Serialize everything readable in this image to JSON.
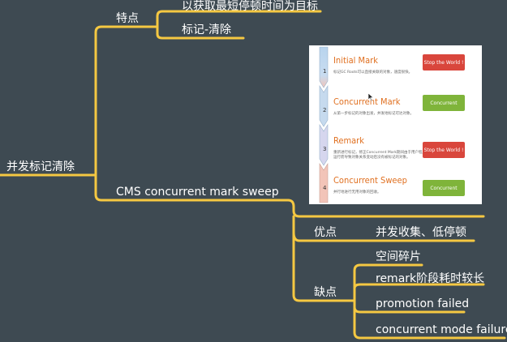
{
  "root": {
    "label": "并发标记清除"
  },
  "branches": {
    "features": {
      "label": "特点",
      "items": [
        "以获取最短停顿时间为目标",
        "标记-清除"
      ]
    },
    "cms": {
      "label": "CMS concurrent mark sweep",
      "pros": {
        "label": "优点",
        "items": [
          "并发收集、低停顿"
        ]
      },
      "cons": {
        "label": "缺点",
        "items": [
          "空间碎片",
          "remark阶段耗时较长",
          "promotion failed",
          "concurrent mode failure"
        ]
      }
    }
  },
  "slide": {
    "steps": [
      {
        "number": "1",
        "title": "Initial Mark",
        "desc": "标记GC Roots可以直接关联的对象，速度很快。",
        "badge": "Stop the World !",
        "badge_color": "#d9463c"
      },
      {
        "number": "2",
        "title": "Concurrent Mark",
        "desc": "从第一步标记的对象出发，并发地标记可达对象。",
        "badge": "Concurrent",
        "badge_color": "#7fb43a"
      },
      {
        "number": "3",
        "title": "Remark",
        "desc": "重新进行标记，修正Concurrent Mark期间由于用户程序运行而导致对象关系变动后没有被标记的对象。",
        "badge": "Stop the World !",
        "badge_color": "#d9463c"
      },
      {
        "number": "4",
        "title": "Concurrent Sweep",
        "desc": "并行地进行无用对象的回收。",
        "badge": "Concurrent",
        "badge_color": "#7fb43a"
      }
    ]
  },
  "colors": {
    "background": "#3e4a52",
    "line": "#f5c842",
    "text": "#ffffff"
  }
}
